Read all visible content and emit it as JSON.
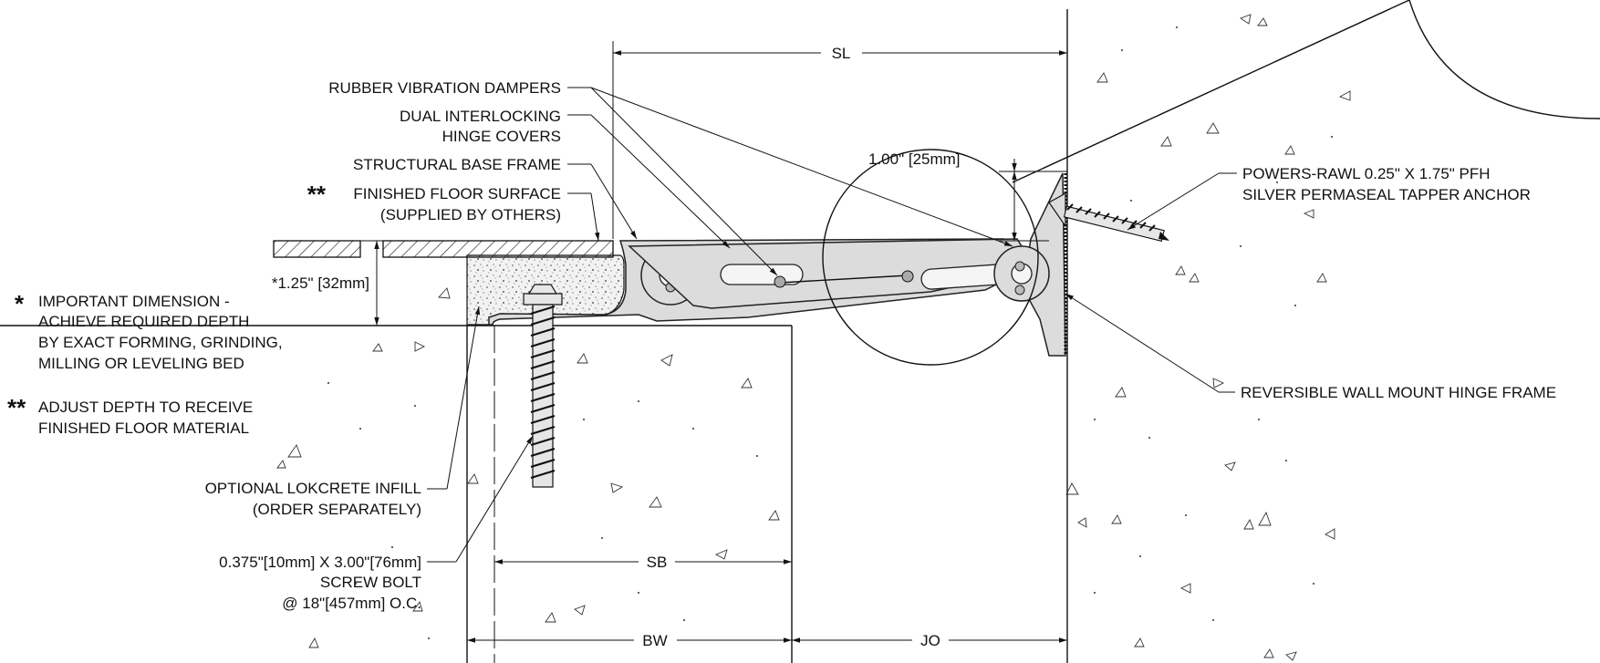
{
  "dimensions": {
    "sl": "SL",
    "sb": "SB",
    "bw": "BW",
    "jo": "JO",
    "anchor_depth": "1.00\" [25mm]",
    "floor_depth": "*1.25\" [32mm]"
  },
  "callouts": {
    "rubber_dampers": "RUBBER VIBRATION DAMPERS",
    "hinge_covers_1": "DUAL INTERLOCKING",
    "hinge_covers_2": "HINGE COVERS",
    "base_frame": "STRUCTURAL BASE FRAME",
    "finished_floor_stars": "**",
    "finished_floor_1": "FINISHED FLOOR SURFACE",
    "finished_floor_2": "(SUPPLIED BY OTHERS)",
    "lokcrete_1": "OPTIONAL LOKCRETE INFILL",
    "lokcrete_2": "(ORDER SEPARATELY)",
    "screw_1": "0.375\"[10mm] X 3.00\"[76mm]",
    "screw_2": "SCREW BOLT",
    "screw_3": "@ 18\"[457mm] O.C.",
    "anchor_1": "POWERS-RAWL 0.25\" X 1.75\" PFH",
    "anchor_2": "SILVER PERMASEAL TAPPER ANCHOR",
    "wall_frame": "REVERSIBLE WALL MOUNT HINGE FRAME"
  },
  "notes": {
    "note1_mark": "*",
    "note1_line1": "IMPORTANT DIMENSION -",
    "note1_line2": "ACHIEVE REQUIRED DEPTH",
    "note1_line3": "BY EXACT FORMING, GRINDING,",
    "note1_line4": "MILLING OR LEVELING BED",
    "note2_mark": "**",
    "note2_line1": "ADJUST DEPTH TO RECEIVE",
    "note2_line2": "FINISHED FLOOR MATERIAL"
  }
}
